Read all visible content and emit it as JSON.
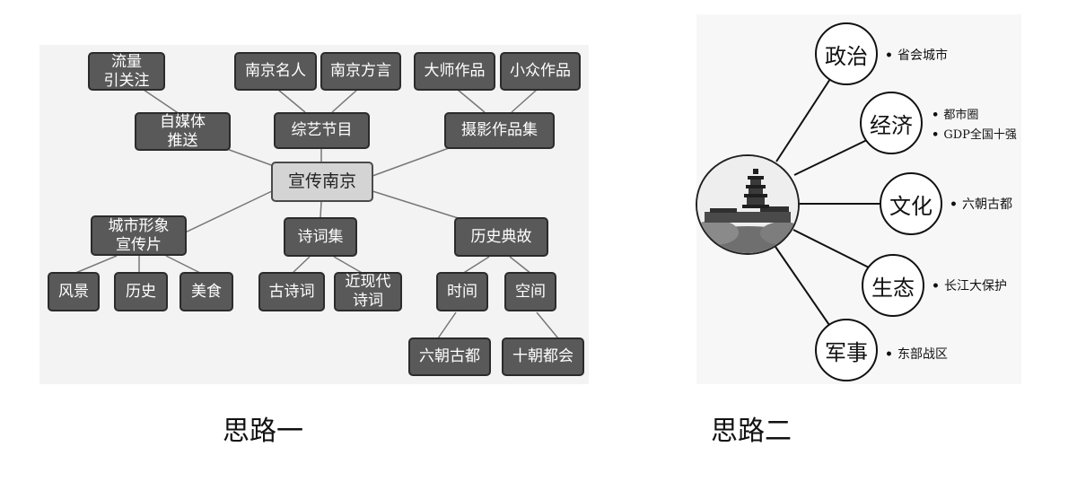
{
  "idea1": {
    "caption": "思路一",
    "center": "宣传南京",
    "nodes": {
      "zimeiti": "自媒体\n推送",
      "liuliang": "流量\n引关注",
      "zongyi": "综艺节目",
      "mingren": "南京名人",
      "fangyan": "南京方言",
      "sheying": "摄影作品集",
      "dashi": "大师作品",
      "xiaozhong": "小众作品",
      "chengshi": "城市形象\n宣传片",
      "fengjing": "风景",
      "lishi": "历史",
      "meishi": "美食",
      "shici": "诗词集",
      "gushici": "古诗词",
      "jinxiandai": "近现代\n诗词",
      "diangu": "历史典故",
      "shijian": "时间",
      "kongjian": "空间",
      "liuchao": "六朝古都",
      "shichao": "十朝都会"
    }
  },
  "idea2": {
    "caption": "思路二",
    "hub_icon": "nanjing-pagoda-image",
    "topics": [
      {
        "label": "政治",
        "notes": [
          "省会城市"
        ]
      },
      {
        "label": "经济",
        "notes": [
          "都市圈",
          "GDP全国十强"
        ]
      },
      {
        "label": "文化",
        "notes": [
          "六朝古都"
        ]
      },
      {
        "label": "生态",
        "notes": [
          "长江大保护"
        ]
      },
      {
        "label": "军事",
        "notes": [
          "东部战区"
        ]
      }
    ]
  },
  "colors": {
    "node_fill": "#595959",
    "center_fill": "#d4d4d4",
    "line": "#555555"
  }
}
